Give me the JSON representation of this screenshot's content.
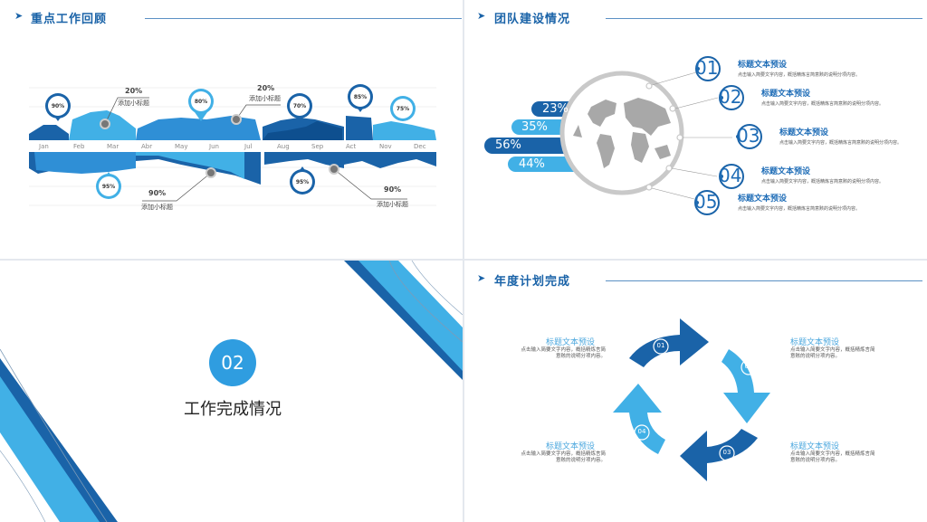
{
  "slide1": {
    "title": "重点工作回顾",
    "months": [
      "Jan",
      "Feb",
      "Mar",
      "Abr",
      "May",
      "Jun",
      "Jul",
      "Aug",
      "Sep",
      "Act",
      "Nov",
      "Dec"
    ],
    "top_pins": [
      "90%",
      "80%",
      "70%",
      "85%",
      "75%"
    ],
    "bottom_pins": [
      "95%",
      "95%"
    ],
    "callouts": [
      {
        "value": "20%",
        "label": "添加小标题"
      },
      {
        "value": "20%",
        "label": "添加小标题"
      },
      {
        "value": "90%",
        "label": "添加小标题"
      },
      {
        "value": "90%",
        "label": "添加小标题"
      }
    ]
  },
  "slide2": {
    "title": "团队建设情况",
    "pills": [
      "23%",
      "35%",
      "56%",
      "44%"
    ],
    "items": [
      {
        "num": "01",
        "title": "标题文本预设",
        "desc": "点击输入简要文字内容，概括精炼言简意赅的说明分项内容。"
      },
      {
        "num": "02",
        "title": "标题文本预设",
        "desc": "点击输入简要文字内容，概括精炼言简意赅的说明分项内容。"
      },
      {
        "num": "03",
        "title": "标题文本预设",
        "desc": "点击输入简要文字内容，概括精炼言简意赅的说明分项内容。"
      },
      {
        "num": "04",
        "title": "标题文本预设",
        "desc": "点击输入简要文字内容，概括精炼言简意赅的说明分项内容。"
      },
      {
        "num": "05",
        "title": "标题文本预设",
        "desc": "点击输入简要文字内容，概括精炼言简意赅的说明分项内容。"
      }
    ]
  },
  "slide3": {
    "number": "02",
    "title": "工作完成情况"
  },
  "slide4": {
    "title": "年度计划完成",
    "cycle_numbers": [
      "01",
      "02",
      "03",
      "04"
    ],
    "blocks": [
      {
        "title": "标题文本预设",
        "desc": "点击输入简要文字内容，概括精炼言简意赅的说明分项内容。"
      },
      {
        "title": "标题文本预设",
        "desc": "点击输入简要文字内容，概括精炼言简意赅的说明分项内容。"
      },
      {
        "title": "标题文本预设",
        "desc": "点击输入简要文字内容，概括精炼言简意赅的说明分项内容。"
      },
      {
        "title": "标题文本预设",
        "desc": "点击输入简要文字内容，概括精炼言简意赅的说明分项内容。"
      }
    ]
  },
  "colors": {
    "dark_blue": "#1a63a8",
    "mid_blue": "#2f8fd6",
    "light_blue": "#41b0e6",
    "gray": "#b5b5b5"
  }
}
